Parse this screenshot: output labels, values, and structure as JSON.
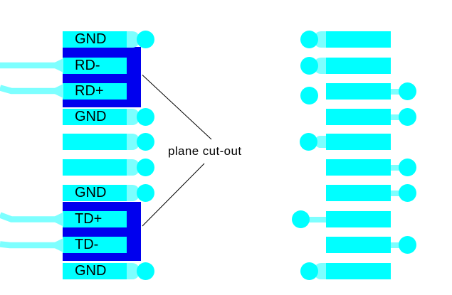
{
  "annotation": {
    "label": "plane cut-out"
  },
  "left": {
    "pins": [
      {
        "label": "GND"
      },
      {
        "label": "RD-"
      },
      {
        "label": "RD+"
      },
      {
        "label": "GND"
      },
      {
        "label": ""
      },
      {
        "label": ""
      },
      {
        "label": "GND"
      },
      {
        "label": "TD+"
      },
      {
        "label": "TD-"
      },
      {
        "label": "GND"
      }
    ]
  },
  "colors": {
    "copper_bright": "#00ffff",
    "copper_light": "#7dffff",
    "plane_blue": "#0000ee",
    "callout_black": "#000000",
    "background_white": "#ffffff"
  }
}
